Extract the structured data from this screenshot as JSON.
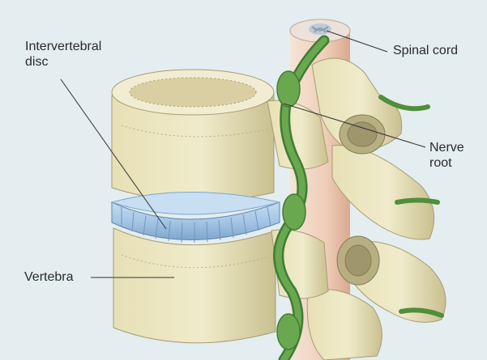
{
  "labels": {
    "disc_line1": "Intervertebral",
    "disc_line2": "disc",
    "vertebra": "Vertebra",
    "spinal_cord": "Spinal cord",
    "nerve_line1": "Nerve",
    "nerve_line2": "root"
  },
  "colors": {
    "background": "#e4edf0",
    "bone": "#ece6c2",
    "bone_shadow": "#cfc79a",
    "disc": "#a9c8e6",
    "nerve": "#6aa84f",
    "nerve_dark": "#3f7d34",
    "cord": "#f4dccc"
  }
}
